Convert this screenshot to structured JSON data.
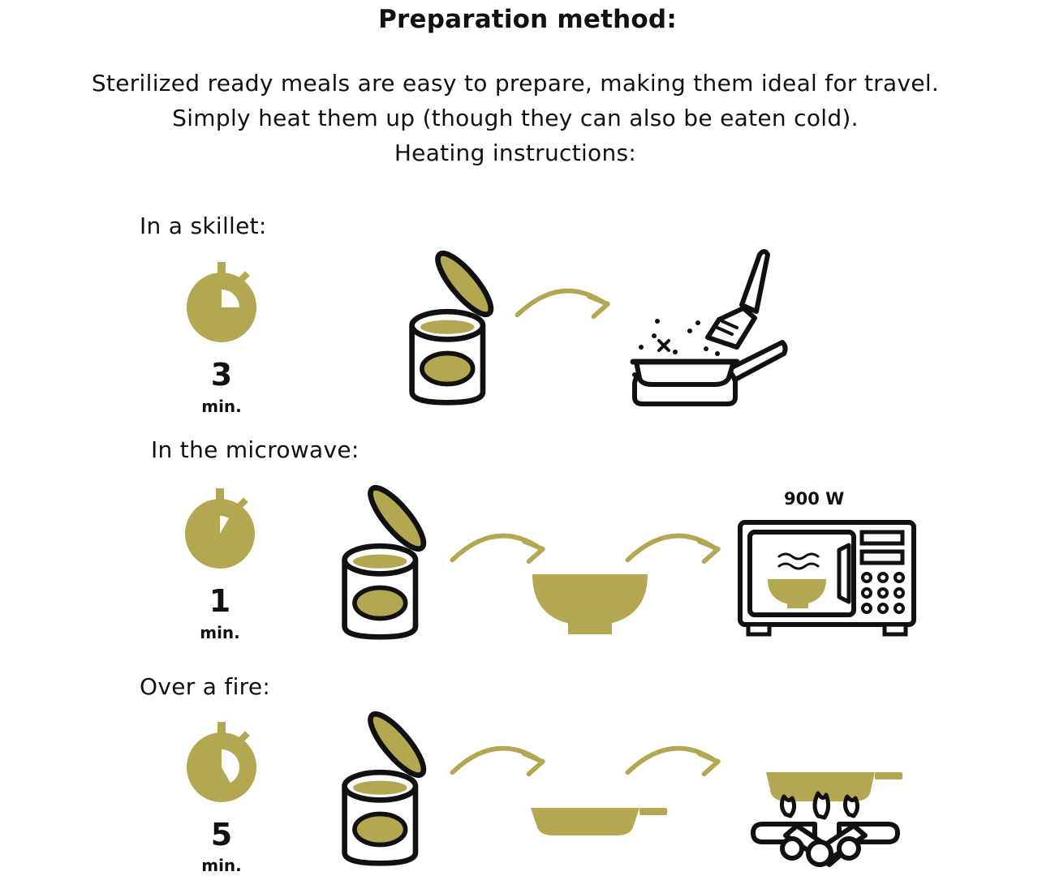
{
  "title": "Preparation method:",
  "intro": {
    "line1": "Sterilized ready meals are easy to prepare, making them ideal for travel.",
    "line2": "Simply heat them up (though they can also be eaten cold).",
    "line3": "Heating instructions:"
  },
  "colors": {
    "accent": "#b3a752",
    "ink": "#111111",
    "background": "#ffffff"
  },
  "sections": [
    {
      "label": "In a skillet:",
      "minutes": "3",
      "unit": "min.",
      "timer_fraction": 0.25,
      "icons": [
        "stopwatch-icon",
        "open-can-icon",
        "arrow-icon",
        "skillet-on-flame-icon"
      ]
    },
    {
      "label": "In the microwave:",
      "minutes": "1",
      "unit": "min.",
      "timer_fraction": 0.083,
      "power": "900 W",
      "icons": [
        "stopwatch-icon",
        "open-can-icon",
        "arrow-icon",
        "bowl-icon",
        "arrow-icon",
        "microwave-icon"
      ]
    },
    {
      "label": "Over a fire:",
      "minutes": "5",
      "unit": "min.",
      "timer_fraction": 0.417,
      "icons": [
        "stopwatch-icon",
        "open-can-icon",
        "arrow-icon",
        "pan-icon",
        "arrow-icon",
        "pan-over-campfire-icon"
      ]
    }
  ]
}
